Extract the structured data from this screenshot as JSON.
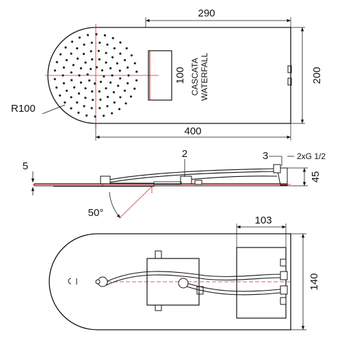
{
  "top_view": {
    "width_label": "290",
    "height_label": "200",
    "inner_height_label": "100",
    "length_label": "400",
    "radius_label": "R100",
    "product_line1": "CASCATA",
    "product_line2": "WATERFALL"
  },
  "side_view": {
    "thickness_label": "5",
    "callout_2": "2",
    "callout_3": "3",
    "connection_label": "2xG 1/2",
    "height_label": "45",
    "angle_label": "50°"
  },
  "bottom_view": {
    "width_label": "103",
    "height_label": "140"
  },
  "colors": {
    "line": "#1a1a1a",
    "centerline": "#e02020",
    "dot": "#222222"
  }
}
